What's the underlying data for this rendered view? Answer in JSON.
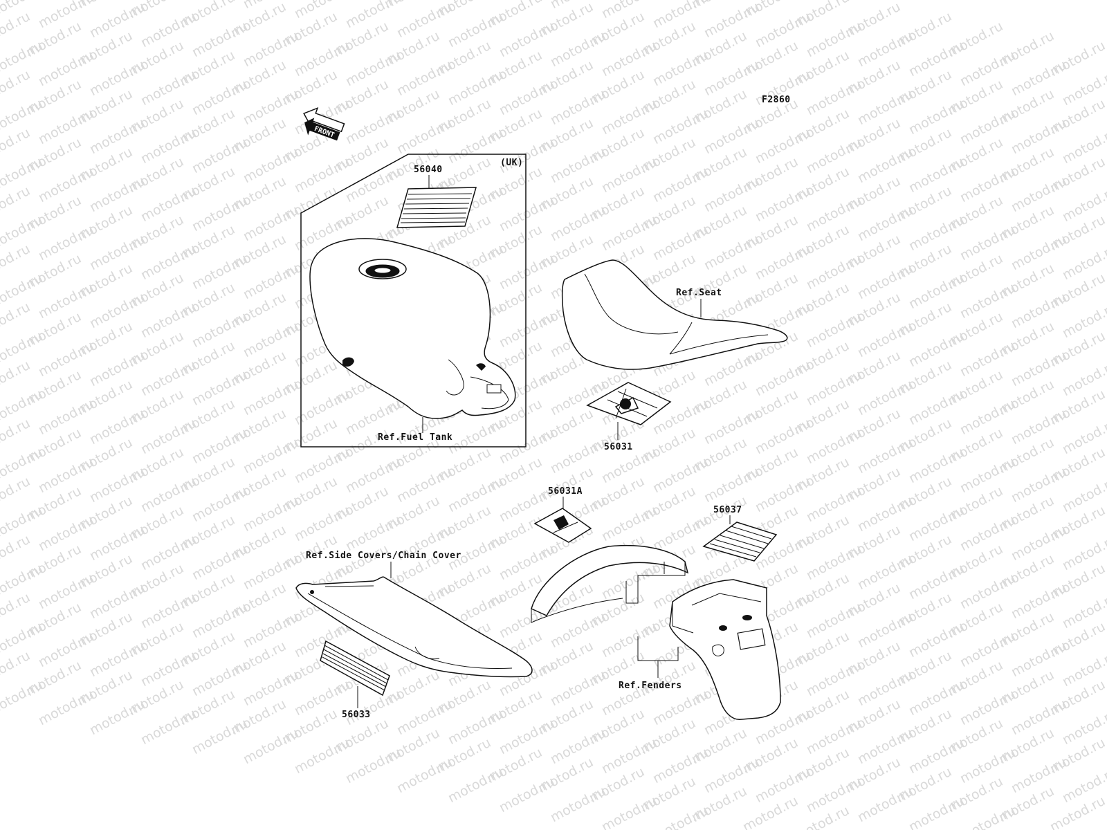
{
  "figure_code": "F2860",
  "front_label": "FRONT",
  "watermark_text": "motod.ru",
  "colors": {
    "line": "#111111",
    "watermark": "#d9d9d9",
    "background": "#ffffff"
  },
  "uk_box": {
    "region": "(UK)",
    "part_number": "56040",
    "ref_label": "Ref.Fuel Tank"
  },
  "seat_group": {
    "ref_label": "Ref.Seat",
    "part_number": "56031"
  },
  "side_cover_group": {
    "ref_label": "Ref.Side Covers/Chain Cover",
    "part_number": "56033"
  },
  "fender_group": {
    "label_part_number": "56031A",
    "stripe_part_number": "56037",
    "ref_label": "Ref.Fenders"
  }
}
